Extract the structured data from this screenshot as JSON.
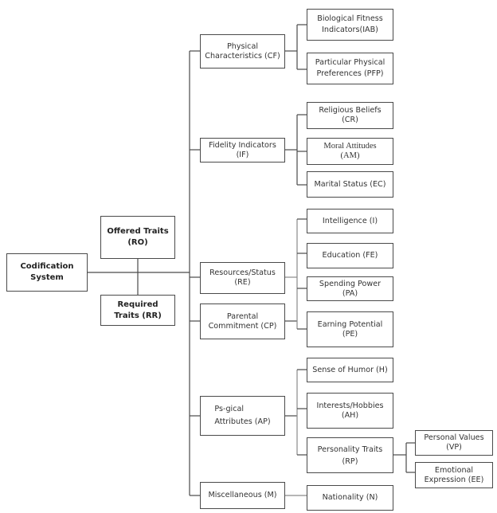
{
  "diagram": {
    "root": "Codification\nSystem",
    "types": {
      "offered": "Offered Traits\n(RO)",
      "required": "Required\nTraits (RR)"
    },
    "categories": [
      {
        "label": "Physical\nCharacteristics (CF)",
        "children": [
          "Biological Fitness\nIndicators(IAB)",
          "Particular Physical\nPreferences (PFP)"
        ]
      },
      {
        "label": "Fidelity Indicators\n(IF)",
        "children": [
          "Religious Beliefs\n(CR)",
          "Moral Attitudes\n(AM)",
          "Marital Status (EC)"
        ]
      },
      {
        "label": "Resources/Status\n(RE)",
        "children": [
          "Intelligence (I)",
          "Education (FE)",
          "Spending Power\n(PA)",
          "Earning Potential\n(PE)"
        ]
      },
      {
        "label": "Parental\nCommitment (CP)",
        "children": []
      },
      {
        "label": "Ps-gical\nAttributes (AP)",
        "children": [
          "Sense of Humor (H)",
          "Interests/Hobbies\n(AH)",
          "Personality Traits\n(RP)"
        ]
      },
      {
        "label": "Miscellaneous (M)",
        "children": [
          "Nationality (N)"
        ]
      }
    ],
    "personality_subtraits": [
      "Personal Values\n(VP)",
      "Emotional\nExpression (EE)"
    ]
  }
}
